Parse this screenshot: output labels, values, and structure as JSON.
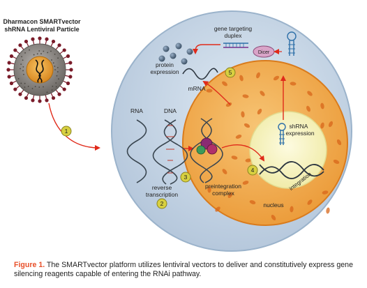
{
  "particle": {
    "line1": "Dharmacon SMARTvector",
    "line2": "shRNA Lentiviral Particle"
  },
  "labels": {
    "rna": "RNA",
    "dna": "DNA",
    "reverse_transcription_1": "reverse",
    "reverse_transcription_2": "transcription",
    "preintegration_1": "preintegration",
    "preintegration_2": "complex",
    "integration": "integration",
    "nucleus": "nucleus",
    "shrna_1": "shRNA",
    "shrna_2": "expression",
    "mrna": "mRNA",
    "protein_1": "protein",
    "protein_2": "expression",
    "gene_targeting_1": "gene targeting",
    "gene_targeting_2": "duplex",
    "dicer": "Dicer"
  },
  "steps": [
    "1",
    "2",
    "3",
    "4",
    "5"
  ],
  "caption": {
    "figure_label": "Figure 1.",
    "text": "The SMARTvector platform utilizes lentiviral vectors to deliver and constitutively express gene silencing reagents capable of entering the RNAi pathway."
  },
  "colors": {
    "cell_fill": "#c4d4e4",
    "cell_edge": "#9bb3cb",
    "nucleus_fill": "#f0a848",
    "nucleus_edge": "#d97b1c",
    "integration_zone": "#f8f4c0",
    "arrow_red": "#e02a1a",
    "step_badge": "#d8d040",
    "virus_red": "#7a1c2a",
    "caption_accent": "#e8502a"
  }
}
